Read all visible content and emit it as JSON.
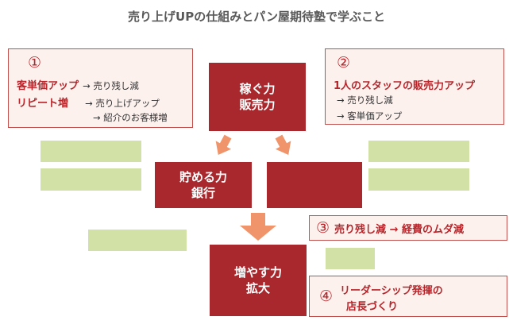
{
  "title": "売り上げUPの仕組みとパン屋期待塾で学ぶこと",
  "center": {
    "earn": [
      "稼ぐ力",
      "販売力"
    ],
    "save": [
      "貯める力",
      "銀行"
    ],
    "blank": "",
    "grow": [
      "増やす力",
      "拡大"
    ]
  },
  "box1": {
    "num": "①",
    "line1_red": "客単価アップ",
    "line1_rest": "→ 売り残し減",
    "line2_red": "リピート増",
    "line2_rest": "→ 売り上げアップ",
    "line3": "→ 紹介のお客様増"
  },
  "box2": {
    "num": "②",
    "heading": "1人のスタッフの販売力アップ",
    "line1": "→ 売り残し減",
    "line2": "→ 客単価アップ"
  },
  "box3": {
    "num": "③",
    "text": "売り残し減 → 経費のムダ減"
  },
  "box4": {
    "num": "④",
    "line1": "リーダーシップ発揮の",
    "line2": "店長づくり"
  },
  "colors": {
    "dark_red": "#a8282d",
    "accent_red": "#b7252a",
    "pink_bg": "#fdf1ee",
    "green": "#d2e2a6",
    "arrow": "#f0956b"
  }
}
